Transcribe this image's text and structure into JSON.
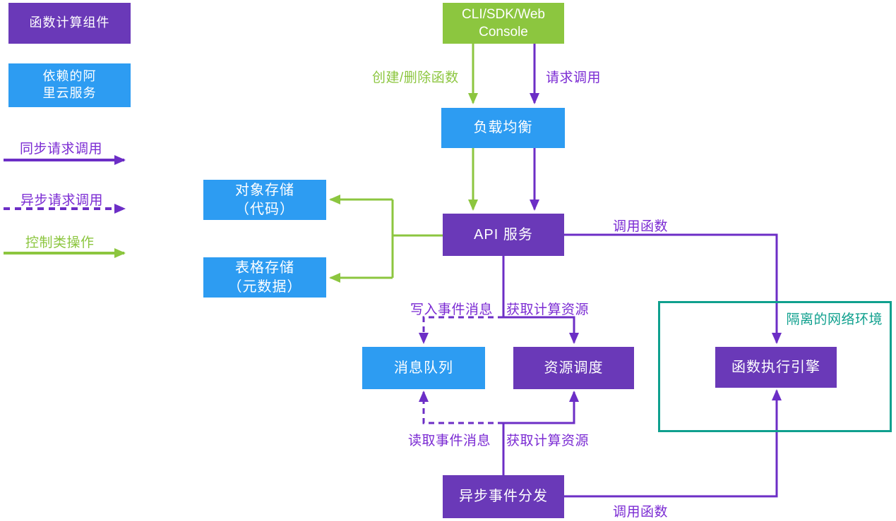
{
  "colors": {
    "purple_box": "#6A39B8",
    "purple_line": "#6C2EC6",
    "purple_label": "#7B2BD3",
    "blue_box": "#2D9CF2",
    "green": "#8CC63F",
    "teal": "#0FA08E",
    "box_text": "#FFFFFF",
    "background": "#FFFFFF"
  },
  "legend": {
    "fc_component": "函数计算组件",
    "aliyun_service_line1": "依赖的阿",
    "aliyun_service_line2": "里云服务",
    "sync_invoke": "同步请求调用",
    "async_invoke": "异步请求调用",
    "control_op": "控制类操作"
  },
  "nodes": {
    "cli_line1": "CLI/SDK/Web",
    "cli_line2": "Console",
    "load_balancer": "负载均衡",
    "api_service": "API 服务",
    "object_storage_line1": "对象存储",
    "object_storage_line2": "（代码）",
    "table_storage_line1": "表格存储",
    "table_storage_line2": "（元数据）",
    "message_queue": "消息队列",
    "resource_scheduler": "资源调度",
    "function_engine": "函数执行引擎",
    "async_dispatcher": "异步事件分发",
    "isolated_network": "隔离的网络环境"
  },
  "edges": {
    "create_delete_function": "创建/删除函数",
    "request_invoke": "请求调用",
    "invoke_function_top": "调用函数",
    "write_event_message": "写入事件消息",
    "get_compute_resource_top": "获取计算资源",
    "read_event_message": "读取事件消息",
    "get_compute_resource_bottom": "获取计算资源",
    "invoke_function_bottom": "调用函数"
  }
}
